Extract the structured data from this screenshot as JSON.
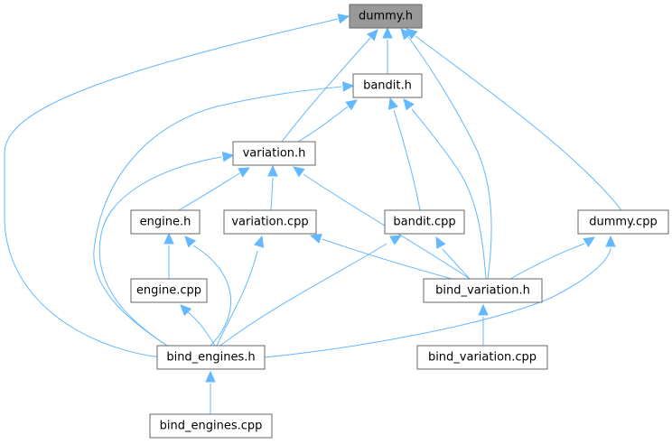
{
  "graph": {
    "nodes": [
      {
        "id": "dummy_h",
        "label": "dummy.h",
        "highlight": true
      },
      {
        "id": "bandit_h",
        "label": "bandit.h"
      },
      {
        "id": "variation_h",
        "label": "variation.h"
      },
      {
        "id": "engine_h",
        "label": "engine.h"
      },
      {
        "id": "variation_cpp",
        "label": "variation.cpp"
      },
      {
        "id": "bandit_cpp",
        "label": "bandit.cpp"
      },
      {
        "id": "dummy_cpp",
        "label": "dummy.cpp"
      },
      {
        "id": "engine_cpp",
        "label": "engine.cpp"
      },
      {
        "id": "bind_variation_h",
        "label": "bind_variation.h"
      },
      {
        "id": "bind_engines_h",
        "label": "bind_engines.h"
      },
      {
        "id": "bind_variation_cpp",
        "label": "bind_variation.cpp"
      },
      {
        "id": "bind_engines_cpp",
        "label": "bind_engines.cpp"
      }
    ],
    "edges": [
      {
        "from": "dummy_h",
        "to": "bandit_h"
      },
      {
        "from": "dummy_h",
        "to": "variation_h"
      },
      {
        "from": "dummy_h",
        "to": "bind_variation_h"
      },
      {
        "from": "dummy_h",
        "to": "dummy_cpp"
      },
      {
        "from": "dummy_h",
        "to": "bind_engines_h"
      },
      {
        "from": "bandit_h",
        "to": "variation_h"
      },
      {
        "from": "bandit_h",
        "to": "bandit_cpp"
      },
      {
        "from": "bandit_h",
        "to": "bind_variation_h"
      },
      {
        "from": "bandit_h",
        "to": "bind_engines_h"
      },
      {
        "from": "variation_h",
        "to": "engine_h"
      },
      {
        "from": "variation_h",
        "to": "variation_cpp"
      },
      {
        "from": "variation_h",
        "to": "bind_variation_h"
      },
      {
        "from": "variation_h",
        "to": "bind_engines_h"
      },
      {
        "from": "engine_h",
        "to": "engine_cpp"
      },
      {
        "from": "engine_h",
        "to": "bind_engines_h"
      },
      {
        "from": "engine_cpp",
        "to": "bind_engines_h"
      },
      {
        "from": "variation_cpp",
        "to": "bind_variation_h"
      },
      {
        "from": "variation_cpp",
        "to": "bind_engines_h"
      },
      {
        "from": "bandit_cpp",
        "to": "bind_variation_h"
      },
      {
        "from": "bandit_cpp",
        "to": "bind_engines_h"
      },
      {
        "from": "dummy_cpp",
        "to": "bind_variation_h"
      },
      {
        "from": "dummy_cpp",
        "to": "bind_engines_h"
      },
      {
        "from": "bind_variation_h",
        "to": "bind_variation_cpp"
      },
      {
        "from": "bind_engines_h",
        "to": "bind_engines_cpp"
      }
    ]
  }
}
